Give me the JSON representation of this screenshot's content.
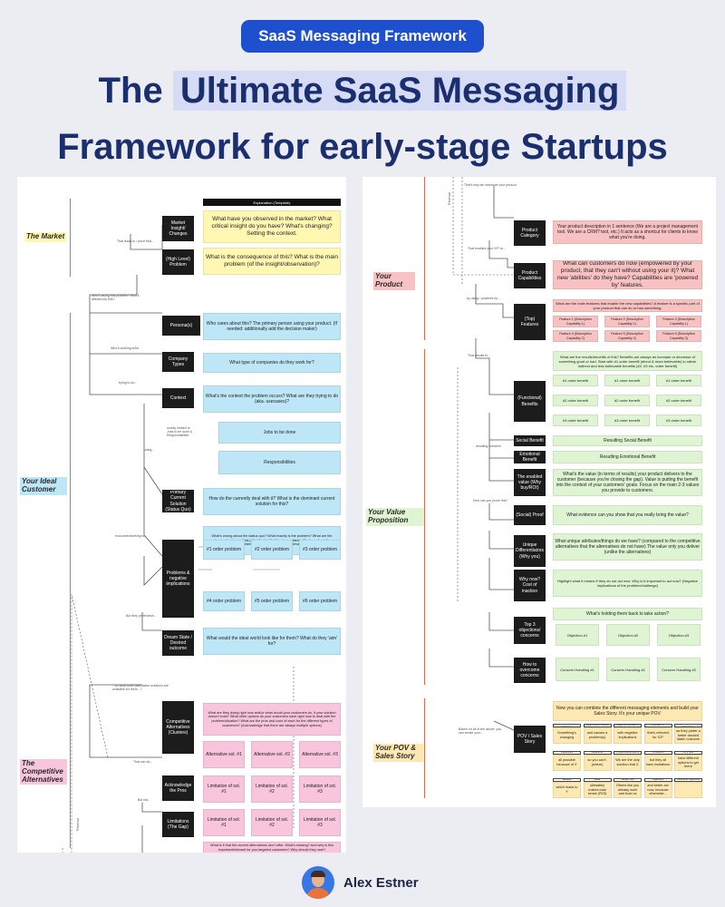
{
  "badge": "SaaS Messaging Framework",
  "title": {
    "line1_pre": "The ",
    "line1_hl": "Ultimate SaaS Messaging",
    "line2": "Framework for early-stage Startups"
  },
  "author": "Alex Estner",
  "left": {
    "header": "Explanation (Template)",
    "sections": {
      "market": "The Market",
      "customer": "Your Ideal Customer",
      "competitive": "The Competitive Alternatives"
    },
    "nodes": {
      "insight": "Market Insight/ Changes",
      "problem": "(High Level) Problem",
      "persona": "Persona(s)",
      "company": "Company Types",
      "context": "Context",
      "current": "Primary Current Solution (Status Quo)",
      "problems": "Problems & negative implications",
      "dream": "Dream State / Desired outcome",
      "alts": "Competitive Alternatives (Clusters)",
      "pros": "Acknowledge the Pros",
      "gap": "Limitations (The Gap)"
    },
    "texts": {
      "insight": "What have you observed in the market? What critical insight do you have? What's changing? Setting the context.",
      "problem": "What is the consequence of this? What is the main problem (of the insight/observation)?",
      "persona": "Who cares about this? The primary person using your product. (If needed: additionally add the decision maker)",
      "company": "What type of companies do they work for?",
      "context": "What's the context the problem occurs? What are they trying to do (aka. usecases)?",
      "jobs": "Jobs to be done",
      "resp": "Responsibilities",
      "current": "How do the currently deal with it? What is the dominant current solution for this?",
      "problems": "What's wrong about the status quo? What exactly is the problem? What are the negative implications of this (#2, #3, #4, #5, #6 order problem) (Go from direct & more believable problem to more indirect & less believable problems)",
      "dream": "What would the ideal world look like for them? What do they 'aim' for?",
      "alts": "What are they doing right now and/or what would your customers do, if your solution doesn't exist? What other options do your customers have right now to deal with the problem/situation? What are the pros and cons of each for the different types of customers? (Acknowledge that there are always multiple options)",
      "final": "What is it that the current alternatives don't offer. What's missing? And why is this important/relevant for you targeted customers? Why should they care?"
    },
    "order_problems": [
      "#1 order problem",
      "#2 order problem",
      "#3 order problem",
      "#4 order problem",
      "#5 order problem",
      "#6 order problem"
    ],
    "alts": [
      "Alternative sol. #1",
      "Alternative sol. #2",
      "Alternative sol. #3"
    ],
    "pros": [
      "Limitation of sol. #1",
      "Limitation of sol. #2",
      "Limitation of sol. #3"
    ],
    "limits": [
      "Limitation of sol. #1",
      "Limitation of sol. #2",
      "Limitation of sol. #3"
    ],
    "notes": {
      "leads": "That leads to / proof that...",
      "facing": "Who's facing this problem? Who's affected by this?",
      "working": "Who's working in/for",
      "trying": "trying to do...",
      "mostly": "mostly related to Jobs to be done & Responsibilities",
      "using": "using...",
      "encounter": "encounter/seeking to...",
      "prefer": "But they prefer/wish...",
      "what_other": "...so what other alternative solutions are available for them...?",
      "can_do": "That can do...",
      "but_not": "But not...",
      "reversal": "Reversal"
    }
  },
  "right": {
    "sections": {
      "product": "Your Product",
      "value": "Your Value Proposition",
      "pov": "Your POV & Sales Story"
    },
    "nodes": {
      "category": "Product Category",
      "capabilities": "Product Capabilities",
      "features": "(Top) Features",
      "benefits": "(Functional) Benefits",
      "social_b": "Social Benefit",
      "emotional_b": "Emotional Benefit",
      "enabled": "The enabled value (Why buy/ROI)",
      "proof": "(Social) Proof",
      "unique": "Unique Differentiators (Why you)",
      "why_now": "Why now? Cost of inaction",
      "objections": "Top 3 objections/ concerns",
      "overcome": "How to overcome concerns",
      "pov": "POV / Sales Story"
    },
    "texts": {
      "category": "Your product description in 1 sentence (We are a project management tool. We are a CRM? tool, etc.) It acts as a shortcut for clients to know what you're doing.",
      "capabilities": "What can customers do now (empowered by your product, that they can't without using your it)? What new 'abilities' do they have? Capabilities are 'powered by' features.",
      "features": "What are the main features that enable the new capabilities? A feature is a specific part of your product that can do or has something.",
      "benefits": "What are the results/benefits of this? Benefits are always an increase or decrease of something good or bad. Start with #1 order benefit (direct & more believable) to rather indirect and less believable benefits (#2, #3 etc. order benefit)",
      "social_b": "Resulting Social Benefit",
      "emotional_b": "Resulting Emotional Benefit",
      "enabled": "What's the value (in terms of results) your product delivers to the customer (because you're closing the gap). Value is putting the benefit into the context of your customers' goals. Focus on the main 2-3 values you provide to customers.",
      "proof": "What evidence can you show that you really bring the value?",
      "unique": "What unique attributes/things do we have? (compared to the competitive alternatives that the alternatives do not have) The value only you deliver (unlike the alternatives)",
      "why_now": "Highlight what it means if they do not act now. Why is it important to act now? (Negative implications of the problem/challenge)",
      "holding": "What's holding them back to take action?",
      "pov": "Now you can combine the different messaging elements and build your Sales Story. It's your unique POV."
    },
    "features": [
      "Feature 1 (Description Capability 1)",
      "Feature 2 (Description Capability 1)",
      "Feature 3 (Description Capability 1)",
      "Feature 4 (Description Capability 2)",
      "Feature 5 (Description Capability 2)",
      "Feature 6 (Description Capability 3)"
    ],
    "benefits": [
      "#1 order benefit",
      "#1 order benefit",
      "#1 order benefit",
      "#2 order benefit",
      "#2 order benefit",
      "#2 order benefit",
      "#3 order benefit",
      "#3 order benefit",
      "#3 order benefit"
    ],
    "objections": [
      "Objection #1",
      "Objection #2",
      "Objection #3"
    ],
    "handling": [
      "Concern Handling #1",
      "Concern Handling #2",
      "Concern Handling #3"
    ],
    "story_heads": [
      "Market Insight Changes",
      "(High Level) Problem",
      "Negative Implications",
      "Relevant to",
      "Competitive Alternatives"
    ],
    "story_row1": [
      "Something's changing",
      "and causes a problem(s)",
      "with negative implications",
      "that's relevant for ICP",
      "as they prefer a better desired state/ outcome"
    ],
    "story_heads2": [
      "Capabilities",
      "Capabilities",
      "Unique Differentiators",
      "Limitations",
      "Why Now"
    ],
    "story_row2": [
      "all possible because of X",
      "so you can't. (where)",
      "We are the only solution that X",
      "but they all have limitations",
      "have different options to get there"
    ],
    "story_heads3": [
      "Benefits",
      "Value",
      "Social Proof",
      "Objections",
      "Overcome Objections"
    ],
    "story_row3": [
      "which leads to Y",
      "ultimately makes total sense (ROI)",
      "Others like you already work and trust us",
      "and better act now, because otherwise...",
      ""
    ],
    "notes": {
      "intro": "That's why we introduce your product",
      "enables": "That enables your ICP to...",
      "using": "by using / powered by...",
      "results": "That results in...",
      "resulting": "resulting overall in",
      "prove": "How can you prove this?",
      "based": "Based on all of the above, you can create your...",
      "reversal": "Reversal"
    }
  }
}
